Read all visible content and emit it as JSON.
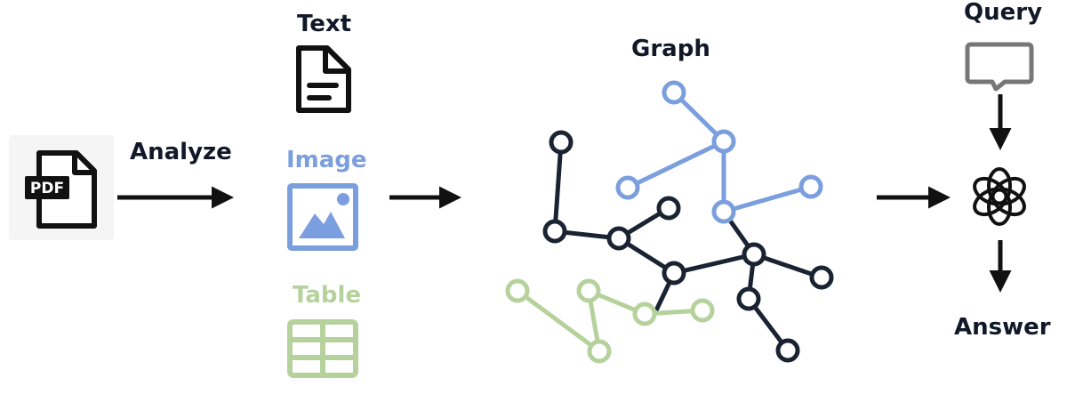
{
  "labels": {
    "analyze": "Analyze",
    "text": "Text",
    "image": "Image",
    "table": "Table",
    "graph": "Graph",
    "query": "Query",
    "answer": "Answer",
    "pdf_badge": "PDF"
  },
  "icons": {
    "pdf": "pdf-file-icon",
    "text": "text-document-icon",
    "image": "image-icon",
    "table": "table-icon",
    "query": "chat-bubble-icon",
    "llm": "openai-logo-icon"
  },
  "colors": {
    "dark": "#1a2332",
    "blue": "#7b9fde",
    "green": "#b5d19c",
    "arrow": "#111111"
  }
}
